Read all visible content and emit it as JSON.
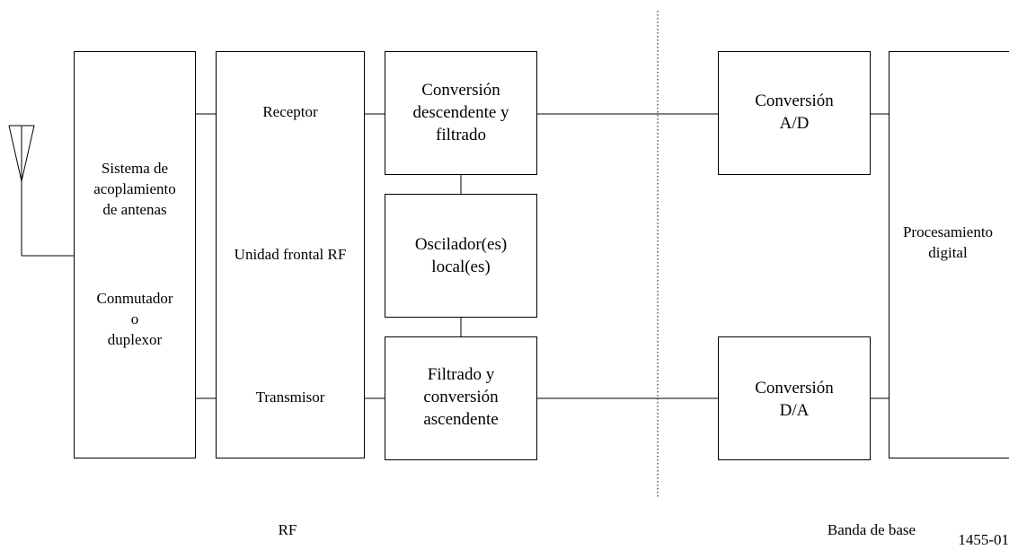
{
  "diagram": {
    "antenna_coupling": {
      "lines": [
        "Sistema de",
        "acoplamiento",
        "de antenas"
      ],
      "switch_lines": [
        "Conmutador",
        "o",
        "duplexor"
      ]
    },
    "rf_front_end": {
      "receiver": "Receptor",
      "unit": "Unidad frontal RF",
      "transmitter": "Transmisor"
    },
    "downconversion": [
      "Conversión",
      "descendente y",
      "filtrado"
    ],
    "local_oscillator": [
      "Oscilador(es)",
      "local(es)"
    ],
    "upconversion": [
      "Filtrado y",
      "conversión",
      "ascendente"
    ],
    "ad_conversion": [
      "Conversión",
      "A/D"
    ],
    "da_conversion": [
      "Conversión",
      "D/A"
    ],
    "digital_processing": [
      "Procesamiento",
      "digital"
    ],
    "region_rf": "RF",
    "region_baseband": "Banda de base",
    "figure_id": "1455-01"
  }
}
